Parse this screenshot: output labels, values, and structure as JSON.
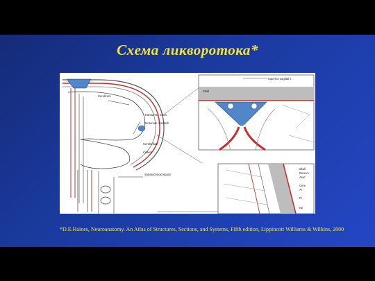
{
  "slide": {
    "title": "Схема ликворотока*",
    "citation": "*D.E.Haines, Neuroanatomy. An Atlas of Structures, Sections, and Systems, Fifth edition, Lippincott Williams & Wilkins, 2000"
  },
  "diagram": {
    "labels": {
      "cerebrum": "Cerebrum",
      "cerebellum": "Cerebellum",
      "cistern": "Cistern",
      "transverse_sinus": "Transverse sinus",
      "tentorium": "Tentorium cerebelli",
      "subarachnoid": "Subarachnoid space",
      "superior_sagittal": "Superior sagittal s",
      "skull_top": "Skull",
      "skull_bottom": "Skull",
      "dura": "Dura m",
      "arach": "Arac",
      "cere": "Cere",
      "ar": "Ar",
      "pia": "Pi",
      "ne": "Ne"
    }
  }
}
